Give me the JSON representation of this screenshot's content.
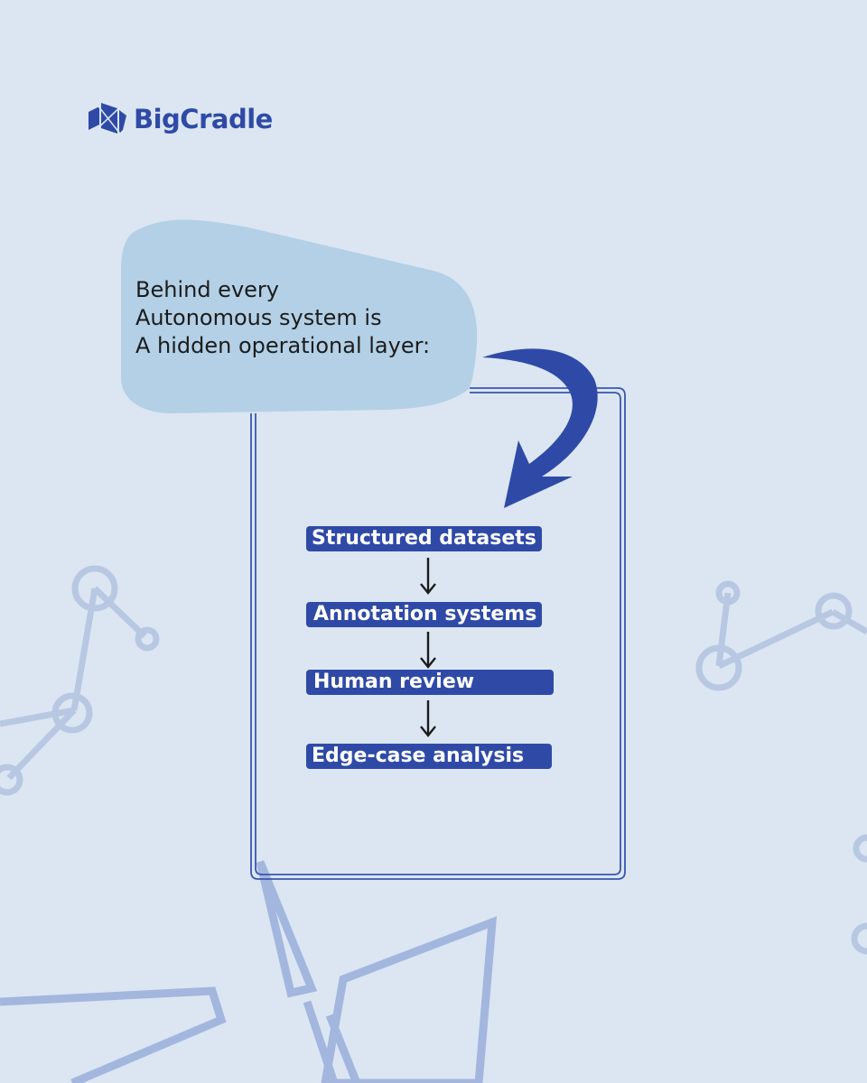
{
  "brand": {
    "name": "BigCradle",
    "logo_icon": "cradle-logo-icon",
    "color": "#2f4aa6"
  },
  "intro": {
    "lines": [
      "Behind every",
      "Autonomous system is",
      "A hidden operational layer:"
    ]
  },
  "flow": {
    "steps": [
      "Structured datasets",
      "Annotation systems",
      "Human review",
      "Edge-case analysis"
    ],
    "connector_icon": "down-arrow-icon"
  },
  "colors": {
    "background": "#dbe6f2",
    "bubble": "#b3d0e6",
    "accent": "#2f4aa6",
    "decoration": "#b8c8e2"
  }
}
